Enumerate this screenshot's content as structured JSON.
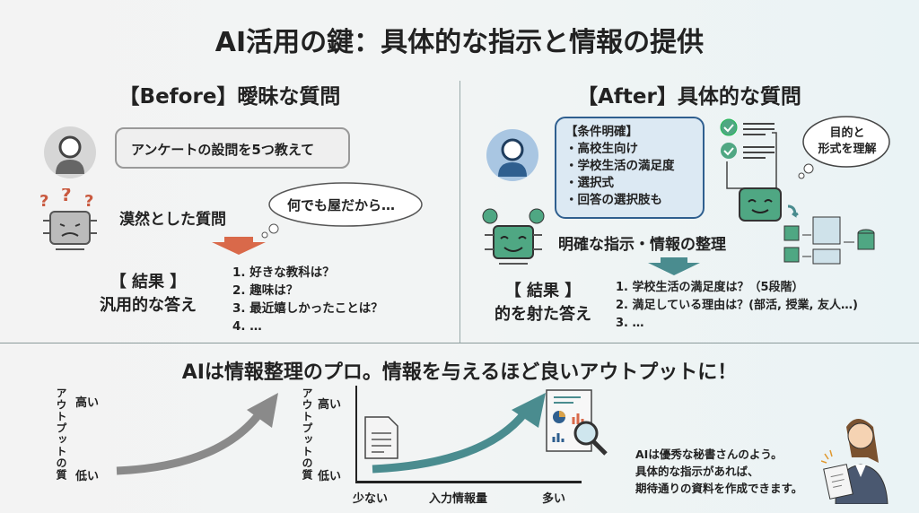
{
  "title": "AI活用の鍵：具体的な指示と情報の提供",
  "before": {
    "heading": "【Before】曖昧な質問",
    "prompt": "アンケートの設問を5つ教えて",
    "label": "漠然とした質問",
    "thought": "何でも屋だから…",
    "result_tag": "【 結果 】",
    "result_label": "汎用的な答え",
    "answers": [
      "1. 好きな教科は？",
      "2. 趣味は？",
      "3. 最近嬉しかったことは？",
      "4. …"
    ]
  },
  "after": {
    "heading": "【After】具体的な質問",
    "conditions_title": "【条件明確】",
    "conditions": [
      "・高校生向け",
      "・学校生活の満足度",
      "・選択式",
      "・回答の選択肢も"
    ],
    "thought_line1": "目的と",
    "thought_line2": "形式を理解",
    "label": "明確な指示・情報の整理",
    "result_tag": "【 結果 】",
    "result_label": "的を射た答え",
    "answers": [
      "1. 学校生活の満足度は？（5段階）",
      "2. 満足している理由は？(部活, 授業, 友人…)",
      "3. …"
    ]
  },
  "bottom": {
    "heading": "AIは情報整理のプロ。情報を与えるほど良いアウトプットに！",
    "chart1": {
      "ylabel": "アウトプットの質",
      "high": "高い",
      "low": "低い"
    },
    "chart2": {
      "ylabel": "アウトプットの質",
      "high": "高い",
      "low": "低い",
      "xlabel": "入力情報量",
      "xlow": "少ない",
      "xhigh": "多い"
    },
    "note": [
      "AIは優秀な秘書さんのよう。",
      "具体的な指示があれば、",
      "期待通りの資料を作成できます。"
    ]
  },
  "colors": {
    "orange": "#d9694a",
    "teal": "#4a8c8f",
    "green": "#4fa783",
    "blue": "#2f5f8f"
  }
}
